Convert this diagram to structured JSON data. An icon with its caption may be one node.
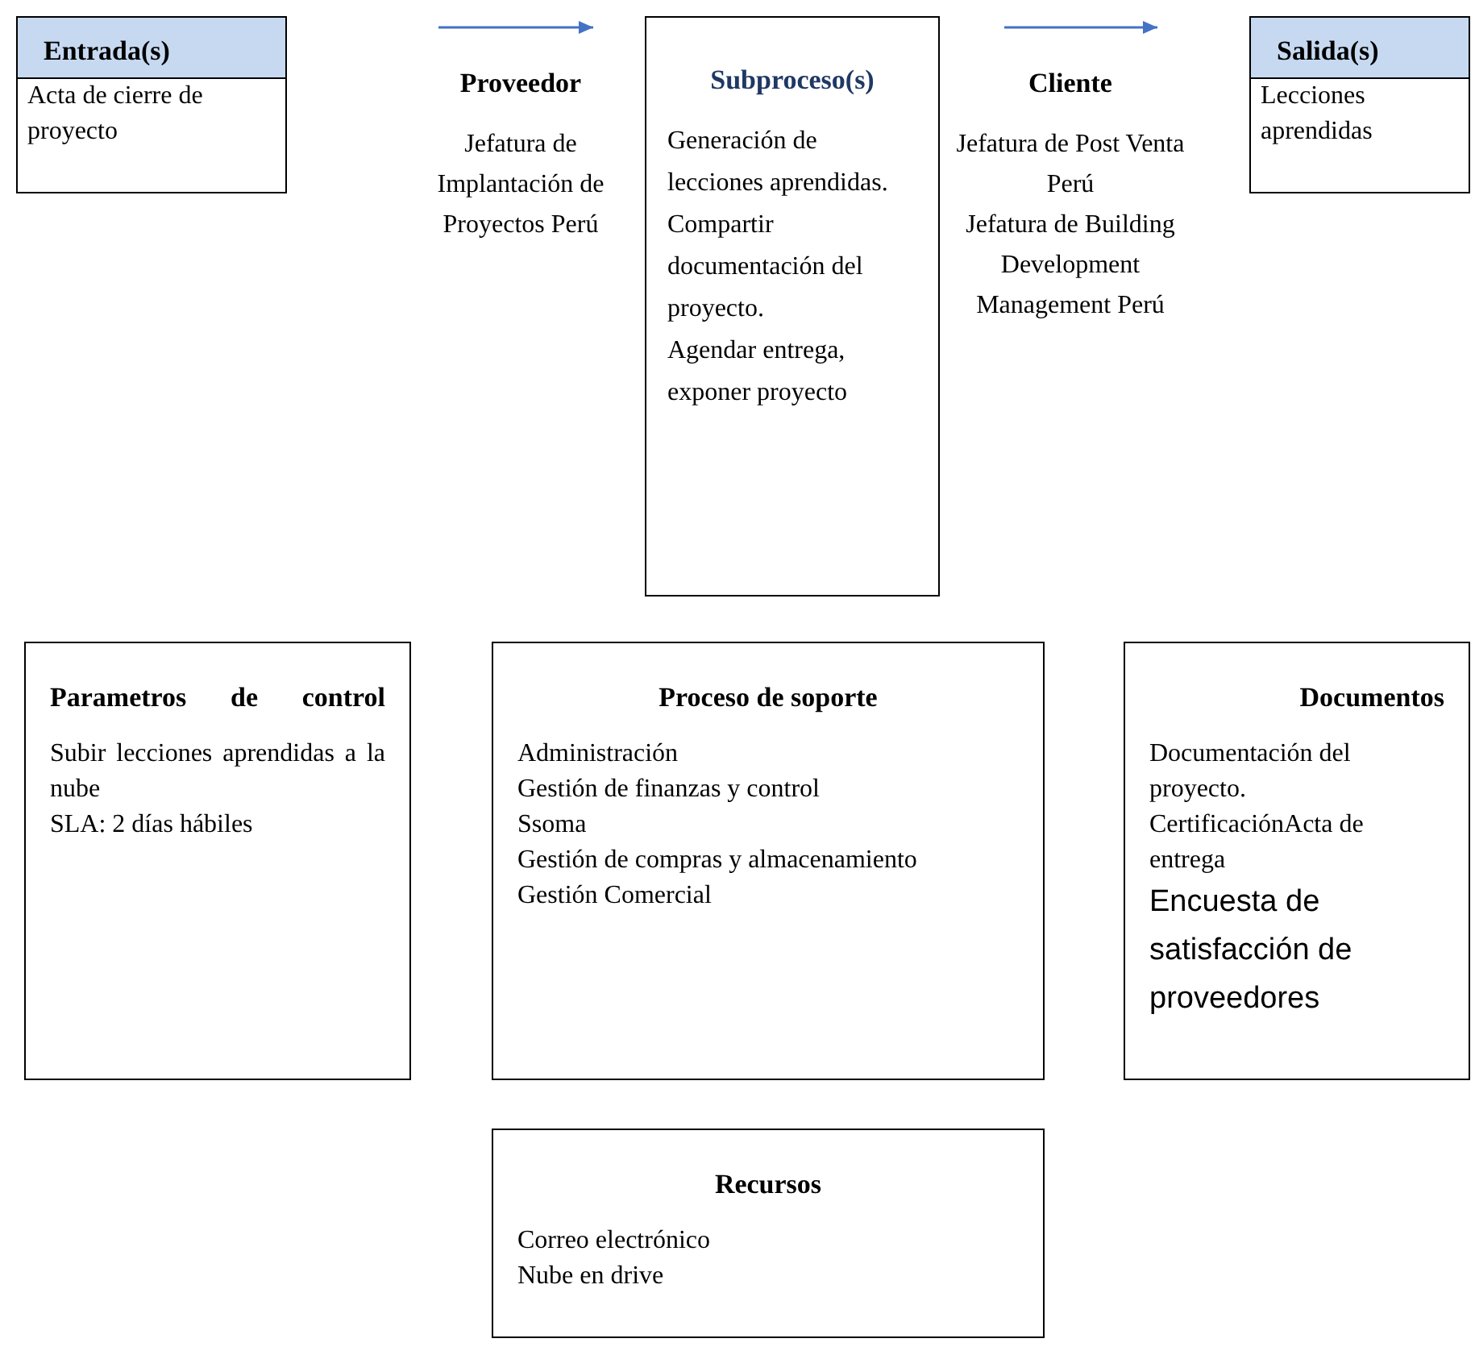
{
  "diagram": {
    "nodes": [
      {
        "text": [
          "Entrada(s)",
          "Acta de cierre de proyecto"
        ]
      },
      {
        "text": [
          "Proveedor",
          "Jefatura de Implantación de Proyectos Perú"
        ]
      },
      {
        "text": [
          "Subproceso(s)",
          "Generación de lecciones aprendidas.",
          "Compartir documentación del proyecto.",
          "Agendar entrega, exponer proyecto"
        ]
      },
      {
        "text": [
          "Cliente",
          "Jefatura de Post Venta Perú",
          "Jefatura de Building Development Management Perú"
        ]
      },
      {
        "text": [
          "Salida(s)",
          "Lecciones aprendidas"
        ]
      },
      {
        "text": [
          "Parametros de control",
          "Subir lecciones aprendidas a la nube",
          "SLA: 2 días hábiles"
        ]
      },
      {
        "text": [
          "Proceso de soporte",
          "Administración",
          "Gestión de finanzas y control",
          "Ssoma",
          "Gestión de compras y almacenamiento",
          "Gestión Comercial"
        ]
      },
      {
        "text": [
          "Documentos",
          "Documentación del proyecto.",
          "CertificaciónActa de entrega",
          "Encuesta de satisfacción de proveedores"
        ]
      },
      {
        "text": [
          "Recursos",
          "Correo electrónico",
          "Nube en drive"
        ]
      }
    ]
  }
}
